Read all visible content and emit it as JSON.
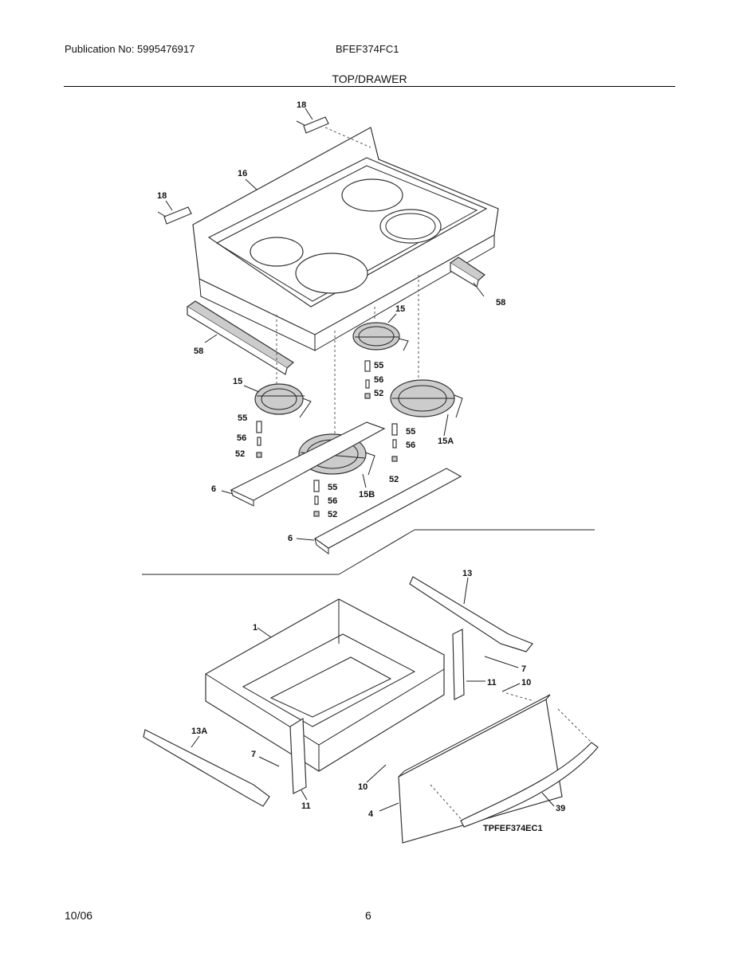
{
  "header": {
    "publication": "Publication No: 5995476917",
    "model": "BFEF374FC1",
    "section_title": "TOP/DRAWER"
  },
  "footer": {
    "date": "10/06",
    "page": "6"
  },
  "diagram_code": "TPFEF374EC1",
  "callouts": {
    "c18a": "18",
    "c18b": "18",
    "c16": "16",
    "c58a": "58",
    "c58b": "58",
    "c15a": "15",
    "c15b": "15",
    "c15A": "15A",
    "c15B": "15B",
    "c55a": "55",
    "c55b": "55",
    "c55c": "55",
    "c55d": "55",
    "c56a": "56",
    "c56b": "56",
    "c56c": "56",
    "c56d": "56",
    "c52a": "52",
    "c52b": "52",
    "c52c": "52",
    "c52d": "52",
    "c6a": "6",
    "c6b": "6",
    "c1": "1",
    "c13": "13",
    "c13A": "13A",
    "c7a": "7",
    "c7b": "7",
    "c10a": "10",
    "c10b": "10",
    "c11a": "11",
    "c11b": "11",
    "c4": "4",
    "c39": "39"
  }
}
